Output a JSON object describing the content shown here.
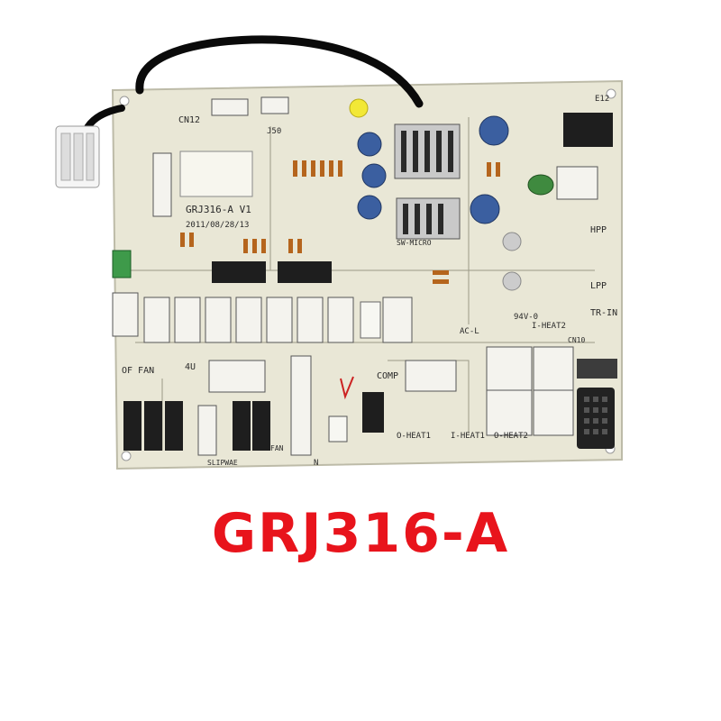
{
  "photo": {
    "description_free": true,
    "board_colors": {
      "board": "#e9e7d6",
      "silkscreen": "#3a3a3a",
      "relay": "#f4f3ee",
      "component_dark": "#1e1e1e",
      "resistor": "#b5651d",
      "capacitor_blue": "#3b5fa0",
      "heatsink": "#c9c9c9",
      "wire": "#0a0a0a",
      "capacitor_yellow": "#f2e836"
    },
    "silkscreen": {
      "cn12": "CN12",
      "model_label": "GRJ316-A V1",
      "date_label": "2011/08/28/13",
      "j50": "J50",
      "of_fan": "OF FAN",
      "four_u": "4U",
      "comp": "COMP",
      "hpp": "HPP",
      "lpp": "LPP",
      "tr_in": "TR-IN",
      "i_heat2": "I-HEAT2",
      "o_heat1": "O-HEAT1",
      "o_heat2": "O-HEAT2",
      "i_heat1": "I-HEAT1",
      "ac_l": "AC-L",
      "sw_mig": "SW-MICRO",
      "e12": "E12",
      "cn10": "CN10",
      "n_label": "N",
      "fan": "FAN",
      "sl": "SLIPWAE",
      "v0": "94V-0"
    },
    "caption": "GRJ316-A"
  }
}
